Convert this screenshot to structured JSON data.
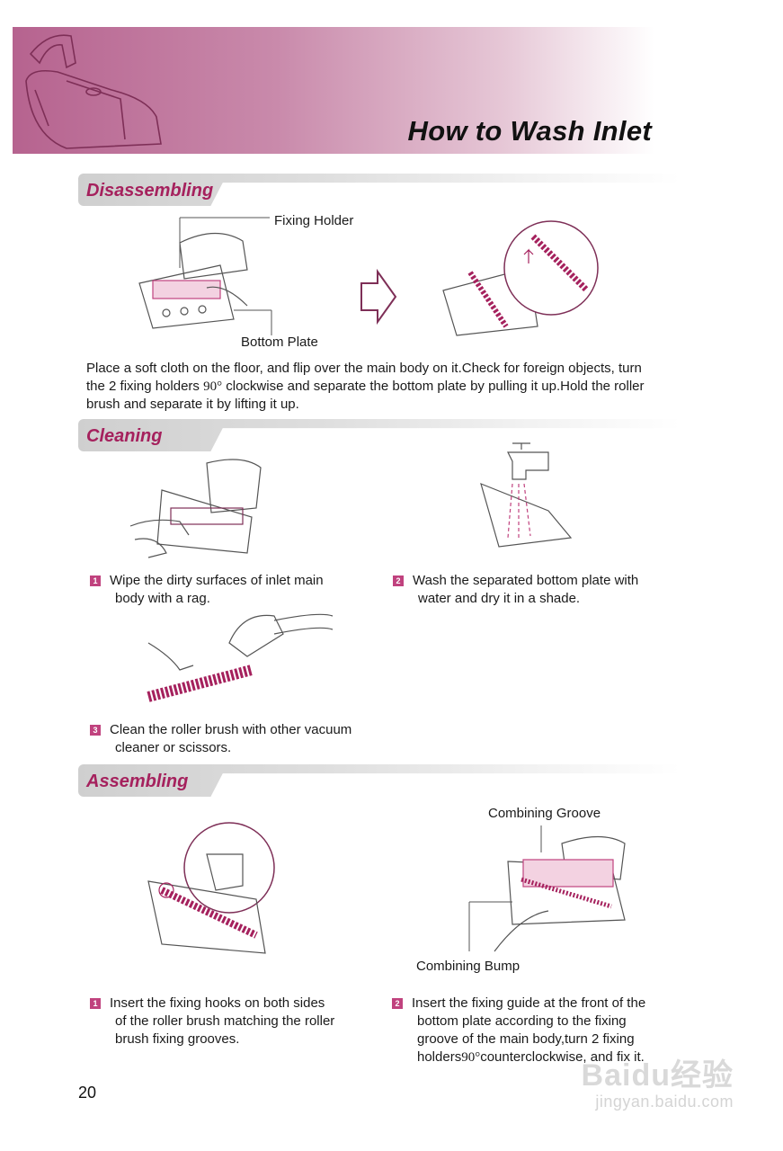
{
  "header": {
    "title": "How to Wash Inlet"
  },
  "disassembling": {
    "title": "Disassembling",
    "callout_fixing_holder": "Fixing Holder",
    "callout_bottom_plate": "Bottom Plate",
    "text_1": "Place a soft cloth on the floor, and flip over the main body on it.Check for foreign objects, turn",
    "text_2a": "the 2 fixing holders ",
    "text_2deg": "90°",
    "text_2b": " clockwise and separate the bottom plate by pulling it up.Hold the roller",
    "text_3": "brush and separate it by lifting it up."
  },
  "cleaning": {
    "title": "Cleaning",
    "step1_num": "1",
    "step1_line1": "Wipe the dirty surfaces of inlet main",
    "step1_line2": "body with a rag.",
    "step2_num": "2",
    "step2_line1": "Wash the separated bottom plate with",
    "step2_line2": "water and dry it in a shade.",
    "step3_num": "3",
    "step3_line1": "Clean the roller brush with other vacuum",
    "step3_line2": "cleaner or scissors."
  },
  "assembling": {
    "title": "Assembling",
    "callout_combining_groove": "Combining Groove",
    "callout_combining_bump": "Combining Bump",
    "step1_num": "1",
    "step1_line1": "Insert the fixing hooks on both sides",
    "step1_line2": "of the roller brush matching the roller",
    "step1_line3": "brush fixing grooves.",
    "step2_num": "2",
    "step2_line1": "Insert the fixing guide at the front of the",
    "step2_line2": "bottom plate according to the fixing",
    "step2_line3": "groove of the main body,turn 2 fixing",
    "step2_line4a": "holders",
    "step2_line4deg": "90°",
    "step2_line4b": "counterclockwise, and fix it."
  },
  "footer": {
    "page_number": "20"
  },
  "watermark": {
    "brand": "Baidu经验",
    "url": "jingyan.baidu.com"
  },
  "colors": {
    "accent": "#a5215d",
    "header_pink": "#b6638f",
    "step_badge": "#c0427e"
  }
}
